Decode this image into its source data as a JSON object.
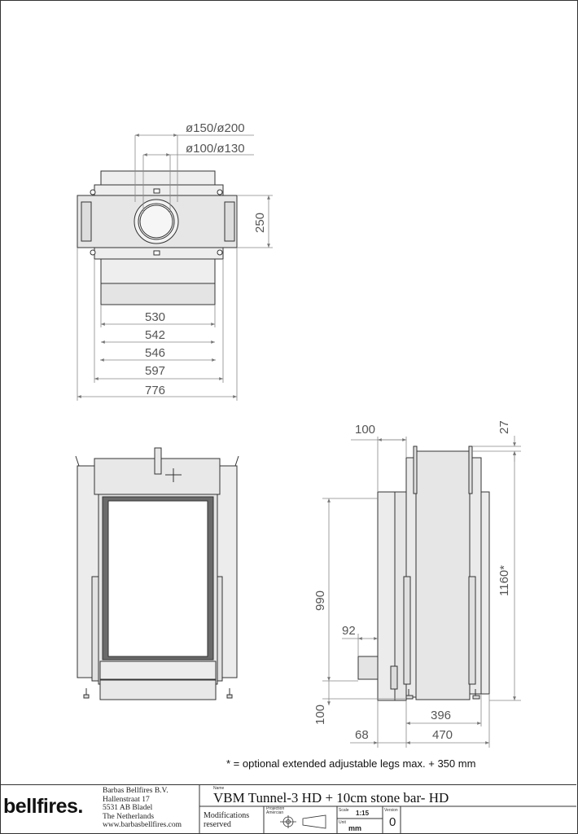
{
  "dimensions": {
    "top_view": {
      "flue_outer": "ø150/ø200",
      "flue_inner": "ø100/ø130",
      "depth": "250",
      "widths": [
        "530",
        "542",
        "546",
        "597",
        "776"
      ]
    },
    "side_view": {
      "top_offset": "100",
      "top_gap": "27",
      "height_total": "1160*",
      "height_front": "990",
      "stone_bar": "92",
      "leg_height": "100",
      "depth_inner": "396",
      "offset": "68",
      "depth_total": "470"
    }
  },
  "note": "* = optional extended adjustable legs max. + 350 mm",
  "title_block": {
    "logo": "bellfires.",
    "company": "Barbas Bellfires B.V.",
    "street": "Hallenstraat 17",
    "zip_city": "5531 AB Bladel",
    "country": "The Netherlands",
    "website": "www.barbasbellfires.com",
    "name_label": "Name",
    "name": "VBM Tunnel-3 HD + 10cm stone bar- HD",
    "modifications_line1": "Modifications",
    "modifications_line2": "reserved",
    "projection_label": "Projection Amercian",
    "scale_label": "Scale",
    "scale": "1:15",
    "version_label": "Version",
    "version": "0",
    "unit_label": "Unit",
    "unit": "mm"
  }
}
